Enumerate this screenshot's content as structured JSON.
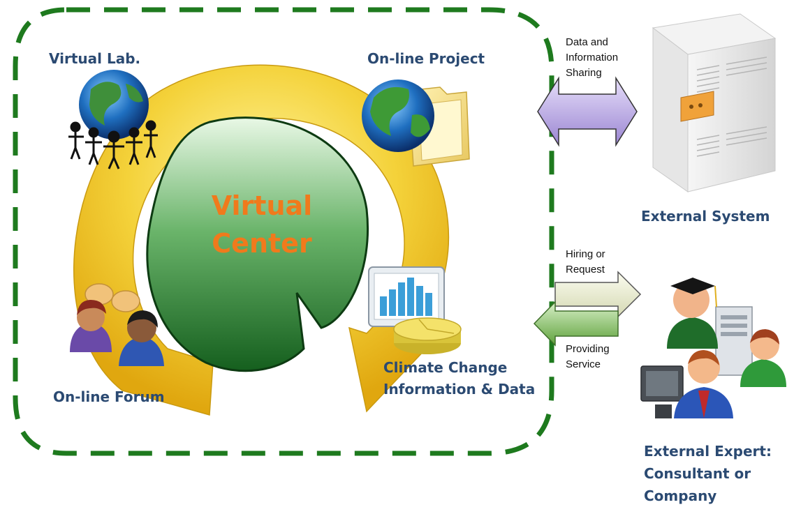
{
  "center": {
    "line1": "Virtual",
    "line2": "Center"
  },
  "nodes": {
    "virtual_lab": "Virtual Lab.",
    "online_project": "On-line Project",
    "online_forum": "On-line Forum",
    "climate_line1": "Climate Change",
    "climate_line2": "Information & Data"
  },
  "external_system": {
    "label": "External System"
  },
  "external_expert": {
    "line1": "External Expert:",
    "line2": "Consultant or",
    "line3": "Company"
  },
  "arrows": {
    "sharing": {
      "line1": "Data and",
      "line2": "Information",
      "line3": "Sharing"
    },
    "hiring": {
      "line1": "Hiring or",
      "line2": "Request"
    },
    "providing": {
      "line1": "Providing",
      "line2": "Service"
    }
  },
  "colors": {
    "boundary": "#1e7a1e",
    "ring": "#f2c81e",
    "center_text": "#f07a1c",
    "label": "#2b4a72",
    "sharing_arrow": "#b9a9e0",
    "hiring_arrow": "#e9ecd2",
    "providing_arrow": "#7fbd5c"
  }
}
